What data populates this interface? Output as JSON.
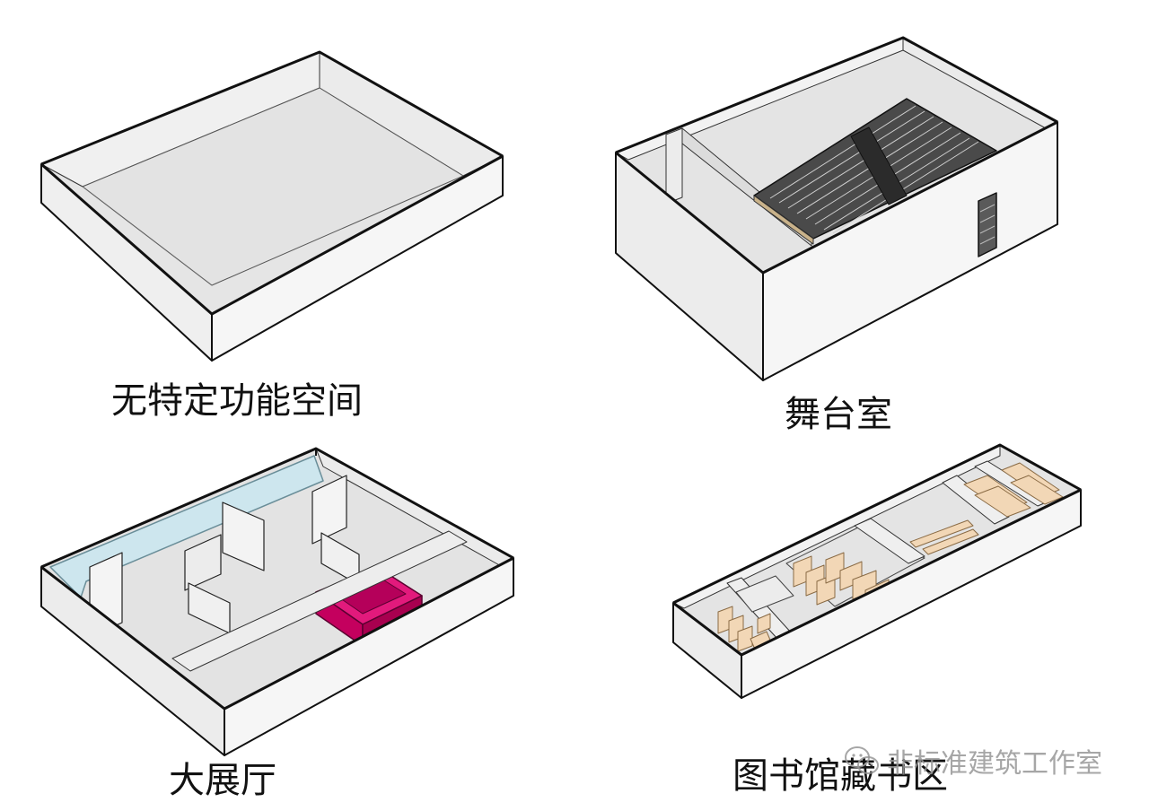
{
  "panels": [
    {
      "label": "无特定功能空间"
    },
    {
      "label": "舞台室"
    },
    {
      "label": "大展厅"
    },
    {
      "label": "图书馆藏书区"
    }
  ],
  "watermark": {
    "text": "非标准建筑工作室"
  },
  "colors": {
    "floor": "#e6e6e6",
    "wall_face": "#f4f4f4",
    "wall_side": "#ececec",
    "outline": "#111111",
    "glass": "#c9e3ea",
    "accent_volume": "#c4005e",
    "seating": "#3a3a3a",
    "shelves": "#f2d7b6"
  }
}
